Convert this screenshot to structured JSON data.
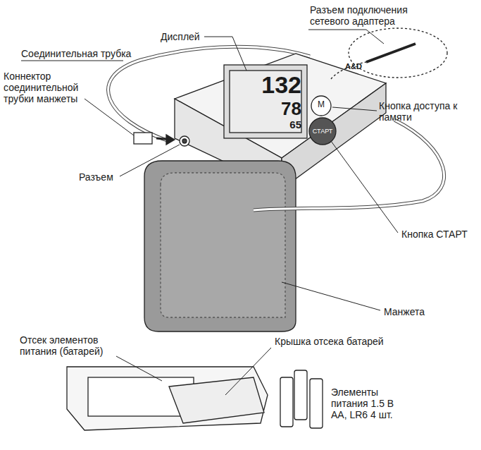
{
  "diagram": {
    "labels": [
      "Разъем подключения сетевого адаптера",
      "Дисплей",
      "Соединительная трубка",
      "Коннектор соединительной трубки манжеты",
      "Кнопка доступа к памяти",
      "Разъем",
      "Кнопка СТАРТ",
      "Манжета",
      "Отсек элементов питания (батарей)",
      "Крышка отсека батарей",
      "Элементы питания 1.5 В АА, LR6 4 шт.",
      "A&D",
      "M",
      "СТАРТ",
      "132",
      "78",
      "65"
    ]
  }
}
